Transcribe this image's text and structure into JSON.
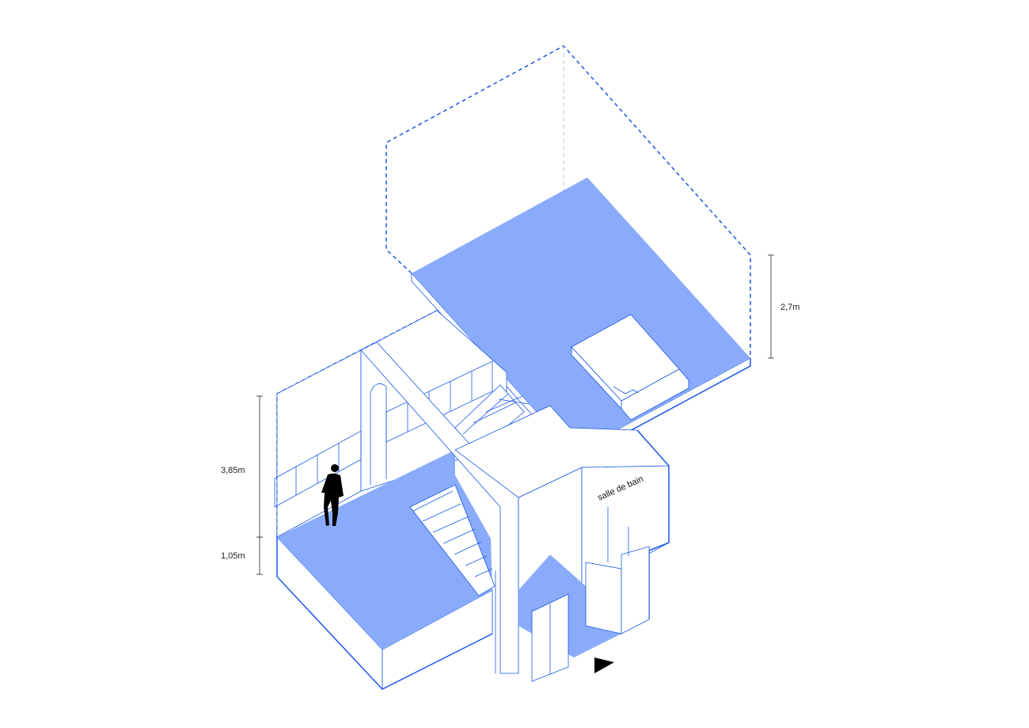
{
  "labels": {
    "room": "salle de bain",
    "upper_height": "2,7m",
    "lower_height": "3,85m",
    "base_height": "1,05m"
  },
  "colors": {
    "floor": "#8aabfb",
    "line": "#1a57e6",
    "silhouette": "#000000",
    "arrow": "#000000"
  },
  "icons": {
    "person": "person-silhouette",
    "entry_arrow": "entry-arrow-icon"
  }
}
